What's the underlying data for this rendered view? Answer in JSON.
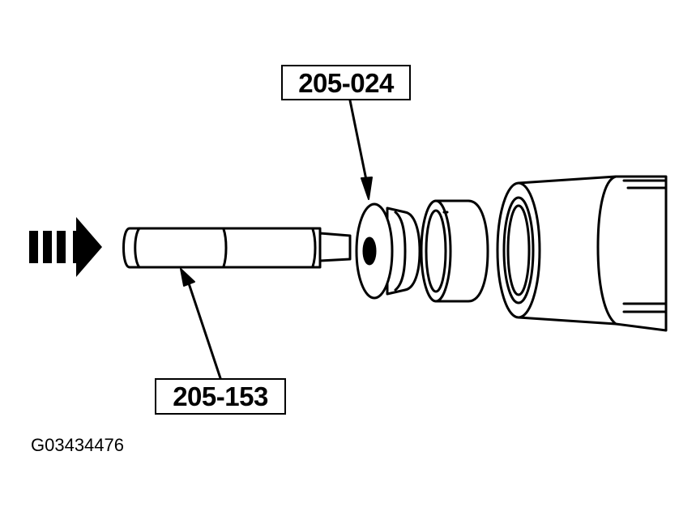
{
  "callouts": {
    "top_label": "205-024",
    "bottom_label": "205-153"
  },
  "figure_id": "G03434476",
  "icons": {
    "direction": "dashed-arrow-right-icon"
  },
  "colors": {
    "ink": "#000000",
    "paper": "#ffffff"
  }
}
